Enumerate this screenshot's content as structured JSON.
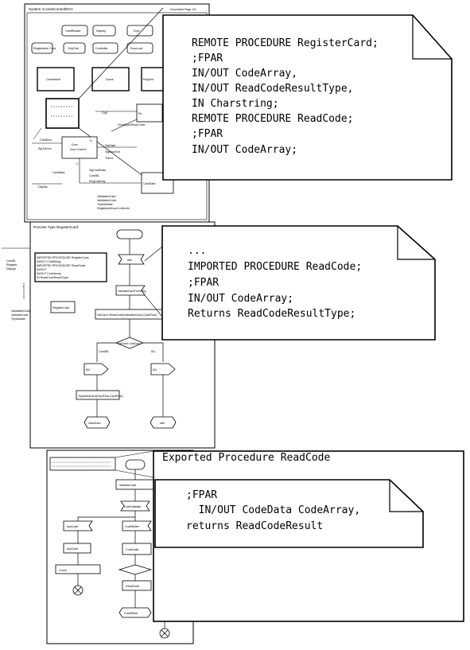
{
  "panel1": {
    "title": "System AccessControlDOA",
    "page_ref": "Generated Page 1/4",
    "blocks_top": [
      "CardReader",
      "Display",
      "Door"
    ],
    "blocks_mid": [
      "Registration Card",
      "KeyPad",
      "Controller",
      "DoorLock"
    ],
    "blocks_big": [
      "CentralUnit",
      "Doors",
      "RegUnit"
    ],
    "detail_block": "CardReader",
    "detail_block_top": "Pa",
    "signals": [
      "CardDoor",
      "DoorOpen/DoorClose",
      "SigToDoor",
      "CardData",
      "SigDispl",
      "SigDoorOut",
      "ToEnd",
      "SigCardData",
      "CardIDL",
      "Display",
      "RegCodeSig",
      "CardData",
      "ValidCardList"
    ],
    "inner_blocks": [
      "Door",
      "Door Control"
    ],
    "channel_labels": [
      "CpD",
      "D",
      "C"
    ],
    "signal_list": [
      "ValidationCard,",
      "ValidationCode,",
      "TryaValidate,",
      "RegisteredDoorConfirmIn"
    ],
    "callout_lines": [
      "REMOTE PROCEDURE RegisterCard;",
      ";FPAR",
      "IN/OUT CodeArray,",
      "IN/OUT ReadCodeResultType,",
      "IN Charstring;",
      "REMOTE PROCEDURE ReadCode;",
      ";FPAR",
      "IN/OUT CodeArray;"
    ]
  },
  "panel2": {
    "title": "Process Type RegisterCard",
    "text_box_lines": [
      "IMPORTED PROCEDURE RegisterCard;",
      "IN/OUT CharString;",
      "IMPORTED PROCEDURE ReadCode;",
      "IN/OUT",
      "IN/OUT CodeArray;",
      "IN ReadCodeResultType;"
    ],
    "side_signals_left": [
      "CardID,",
      "Register,",
      "Display"
    ],
    "side_signals_left2": [
      "ValidationCode,",
      "ValidateCode,",
      "TryValidate"
    ],
    "register_card_box": "RegisterCard",
    "state_idle": "Idle",
    "input_label": "ValidateCardFromReg",
    "task_label": "ValCard:=ReadCode(ValidationCard,CardFlow)",
    "decision_label": "ValCard:=ValCard",
    "branch_left": "CardIDL",
    "branch_right": "IDL",
    "output_left": "IDL",
    "output_right": "IDL",
    "task2_label": "TryaValidCard(CardFlow,CardFlow)",
    "terminal_left": "ValidCard",
    "terminal_right": "Idle",
    "callout_lines": [
      "...",
      "IMPORTED PROCEDURE ReadCode;",
      ";FPAR",
      "IN/OUT CodeArray;",
      "Returns ReadCodeResultType;"
    ]
  },
  "panel3": {
    "title": "Exported Procedure ReadCode",
    "header_box_lines": [
      "FPAR",
      "IN/OUT CodeData CodeArray;",
      "returns ReadCodeResult"
    ],
    "flow_labels": [
      "ValidateCode",
      "CodeValidate",
      "keyCode",
      "CodeBuffer",
      "keyCode",
      "CodeValid",
      "Count",
      "ReadCode",
      "CodeRead"
    ],
    "outer_title": "Exported Procedure ReadCode",
    "callout_lines": [
      ";FPAR",
      "  IN/OUT CodeData CodeArray,",
      "returns ReadCodeResult"
    ]
  }
}
